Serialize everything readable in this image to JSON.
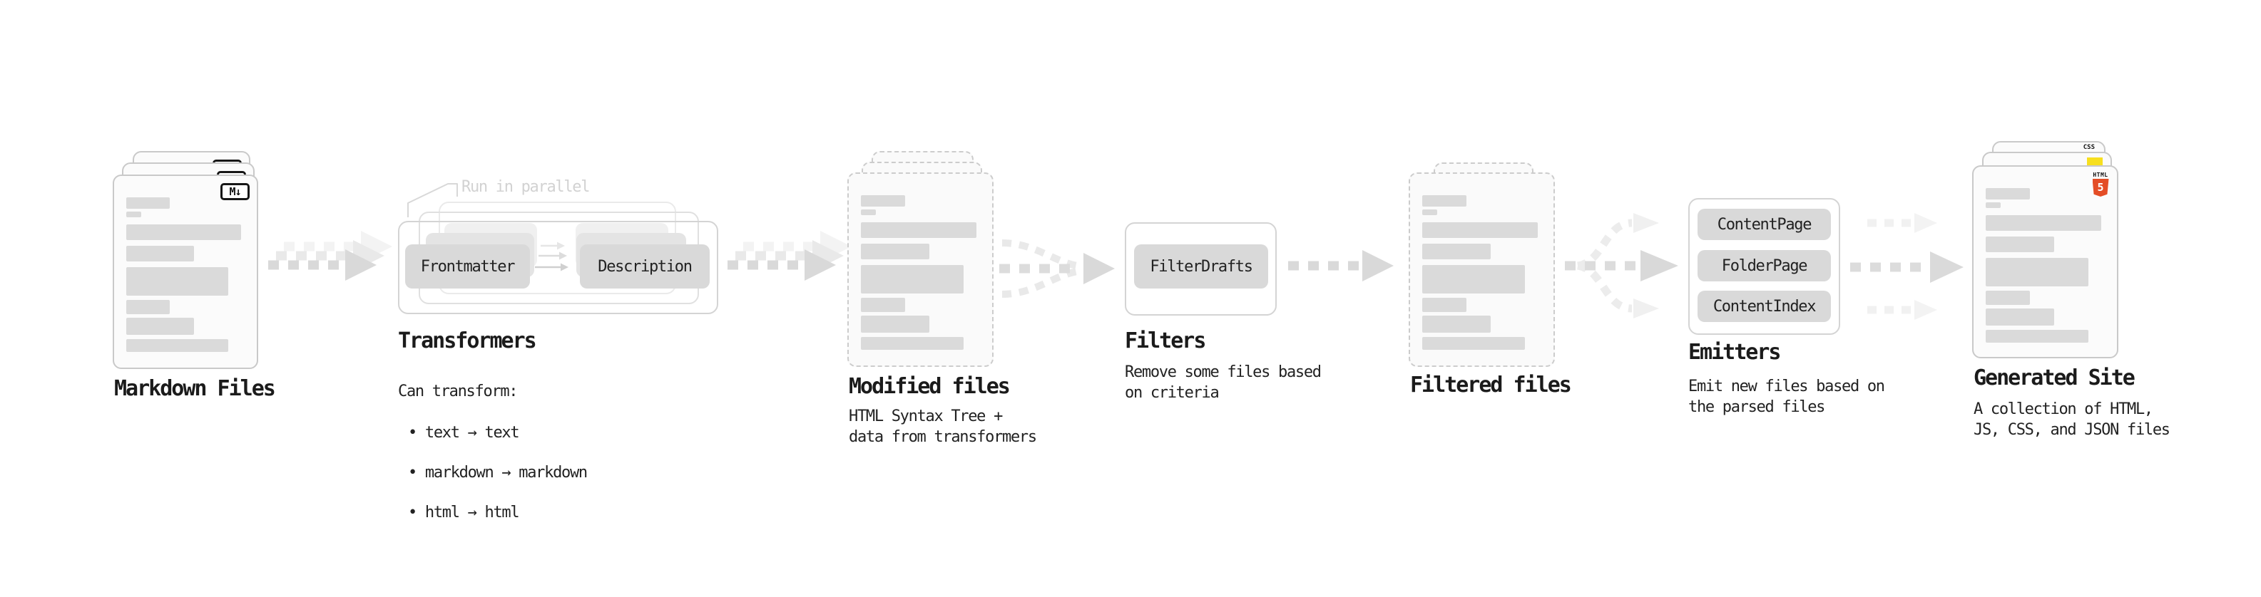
{
  "sections": {
    "markdown_files": {
      "title": "Markdown Files",
      "file_badge": "M↓"
    },
    "transformers": {
      "title": "Transformers",
      "parallel_note": "Run in parallel",
      "input_pill": "Frontmatter",
      "output_pill": "Description",
      "desc_intro": "Can transform:",
      "bullets": [
        "• text → text",
        "• markdown → markdown",
        "• html → html"
      ]
    },
    "modified_files": {
      "title": "Modified files",
      "desc": "HTML Syntax Tree +\ndata from transformers"
    },
    "filters": {
      "title": "Filters",
      "pill": "FilterDrafts",
      "desc": "Remove some files based\non criteria"
    },
    "filtered_files": {
      "title": "Filtered files"
    },
    "emitters": {
      "title": "Emitters",
      "pills": [
        "ContentPage",
        "FolderPage",
        "ContentIndex"
      ],
      "desc": "Emit new files based on\nthe parsed files"
    },
    "generated_site": {
      "title": "Generated Site",
      "desc": "A collection of HTML,\nJS, CSS, and JSON files",
      "badges": {
        "html_word": "HTML",
        "html_number": "5",
        "css": "CSS"
      }
    }
  },
  "colors": {
    "html5_orange": "#e44d26",
    "js_yellow": "#f7df1e",
    "css_blue": "#2f6bf0",
    "arrow_gray": "#d9d9d9"
  }
}
